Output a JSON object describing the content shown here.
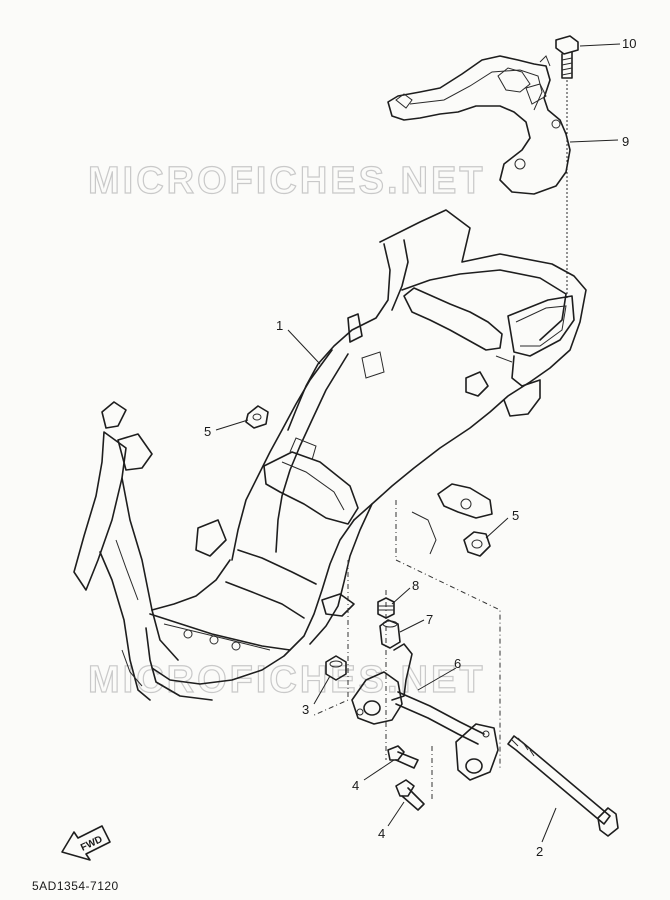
{
  "watermarks": [
    "MICROFICHES.NET",
    "MICROFICHES.NET"
  ],
  "callouts": [
    {
      "label": "1"
    },
    {
      "label": "2"
    },
    {
      "label": "3"
    },
    {
      "label": "4"
    },
    {
      "label": "4"
    },
    {
      "label": "5"
    },
    {
      "label": "5"
    },
    {
      "label": "6"
    },
    {
      "label": "7"
    },
    {
      "label": "8"
    },
    {
      "label": "9"
    },
    {
      "label": "10"
    }
  ],
  "forward_marker": {
    "label": "FWD",
    "icon": "forward-arrow-icon"
  },
  "diagram_code": "5AD1354-7120"
}
